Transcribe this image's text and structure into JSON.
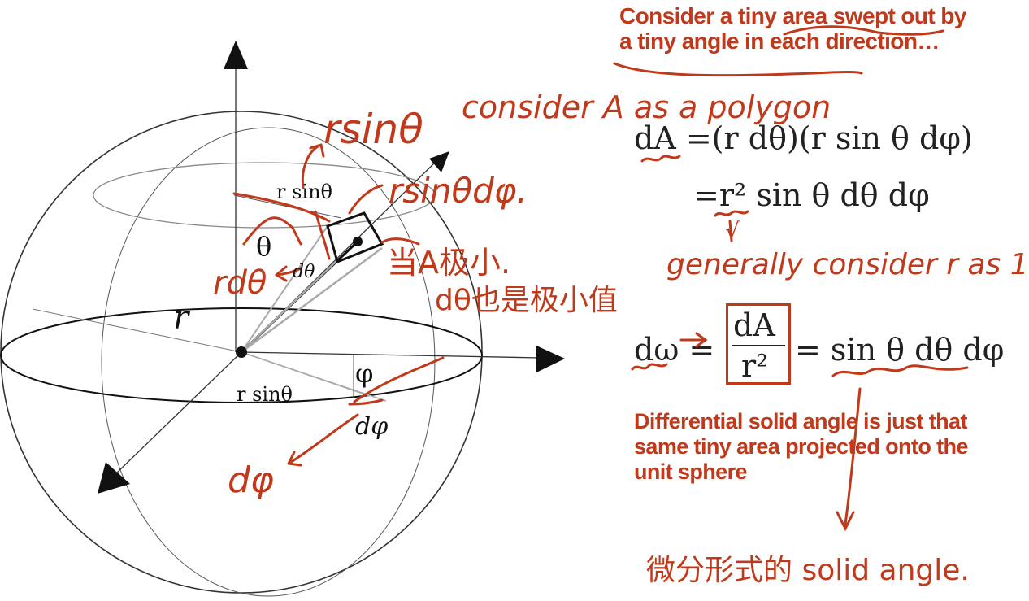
{
  "headline": {
    "line1": "Consider a tiny area swept out by",
    "line2": "a tiny angle in each direction…"
  },
  "equations": {
    "dA_line1": "dA =(r dθ)(r sin θ dφ)",
    "dA_line2": "=r² sin θ dθ dφ",
    "domega_lhs": "dω =",
    "domega_frac_num": "dA",
    "domega_frac_den": "r²",
    "domega_rhs": "= sin θ dθ dφ"
  },
  "caption": {
    "line1": "Differential solid angle is just that",
    "line2": "same tiny area projected onto the",
    "line3": "unit sphere"
  },
  "diagram_labels": {
    "rsintheta_top": "r sinθ",
    "theta": "θ",
    "dtheta": "dθ",
    "r": "r",
    "phi": "φ",
    "rsintheta_bottom": "r sinθ",
    "dphi": "dφ"
  },
  "handwritten_notes": {
    "rsintheta": "rsinθ",
    "consider_polygon": "consider A as a polygon",
    "rsinthetadphi": "rsinθdφ.",
    "dang_a_ji_xiao": "当A极小.",
    "rdtheta": "rdθ",
    "dtheta_ye_shi": "dθ也是极小值",
    "dphi": "dφ",
    "generally_r1": "generally consider r as 1",
    "r_arrow_hint": "√",
    "weifen_solid_angle": "微分形式的 solid angle."
  },
  "colors": {
    "annotation_red": "#c0391b",
    "ink": "#111111",
    "sphere_gray": "#444444"
  }
}
